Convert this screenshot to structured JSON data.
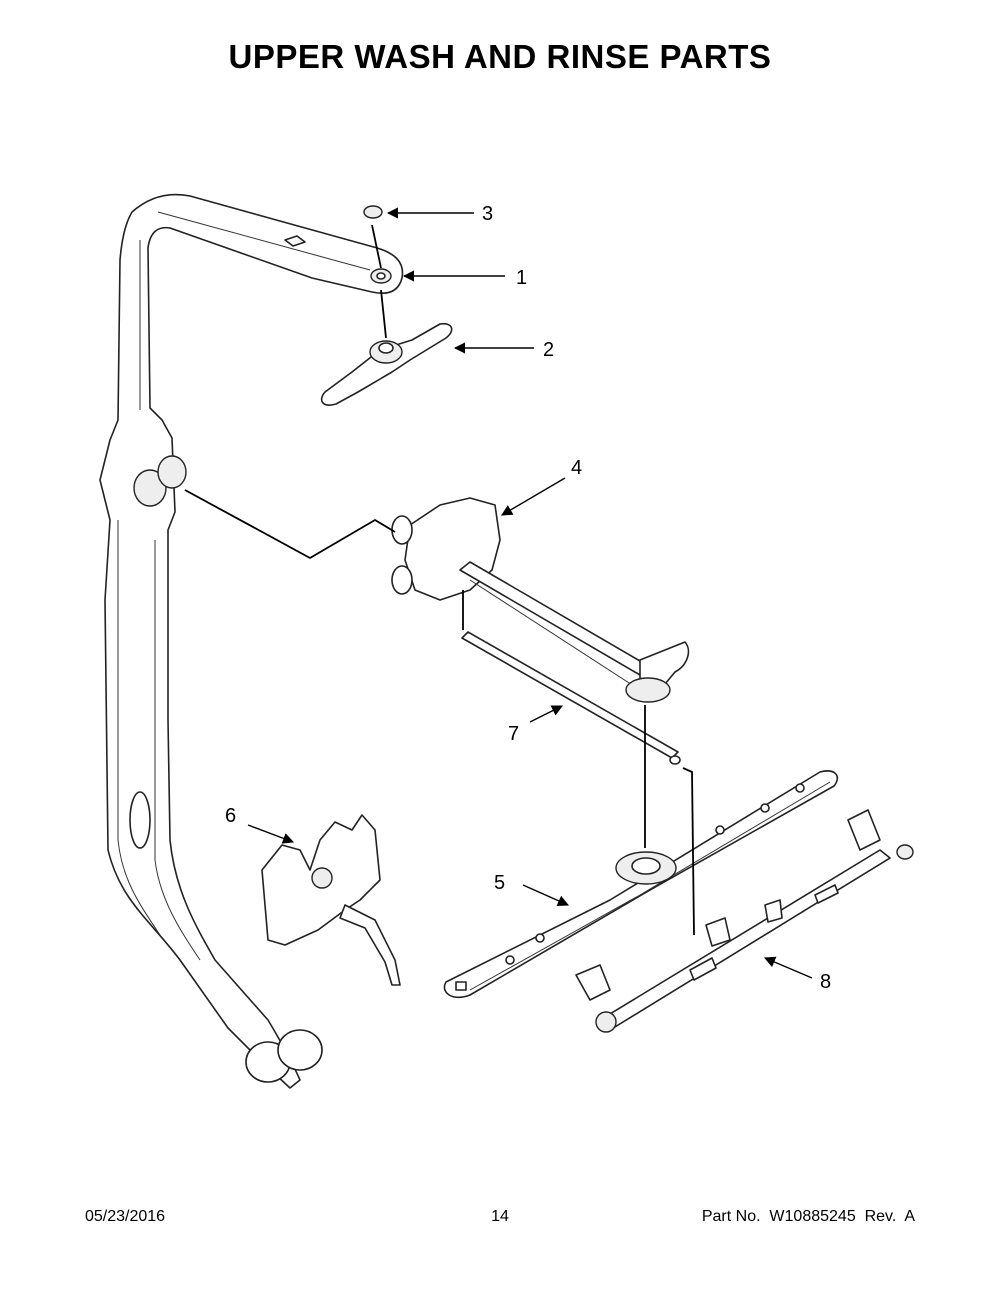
{
  "title": "UPPER WASH AND RINSE PARTS",
  "callouts": [
    "1",
    "2",
    "3",
    "4",
    "5",
    "6",
    "7",
    "8"
  ],
  "footer": {
    "date": "05/23/2016",
    "page": "14",
    "part_number": "Part No.  W10885245  Rev.  A"
  }
}
